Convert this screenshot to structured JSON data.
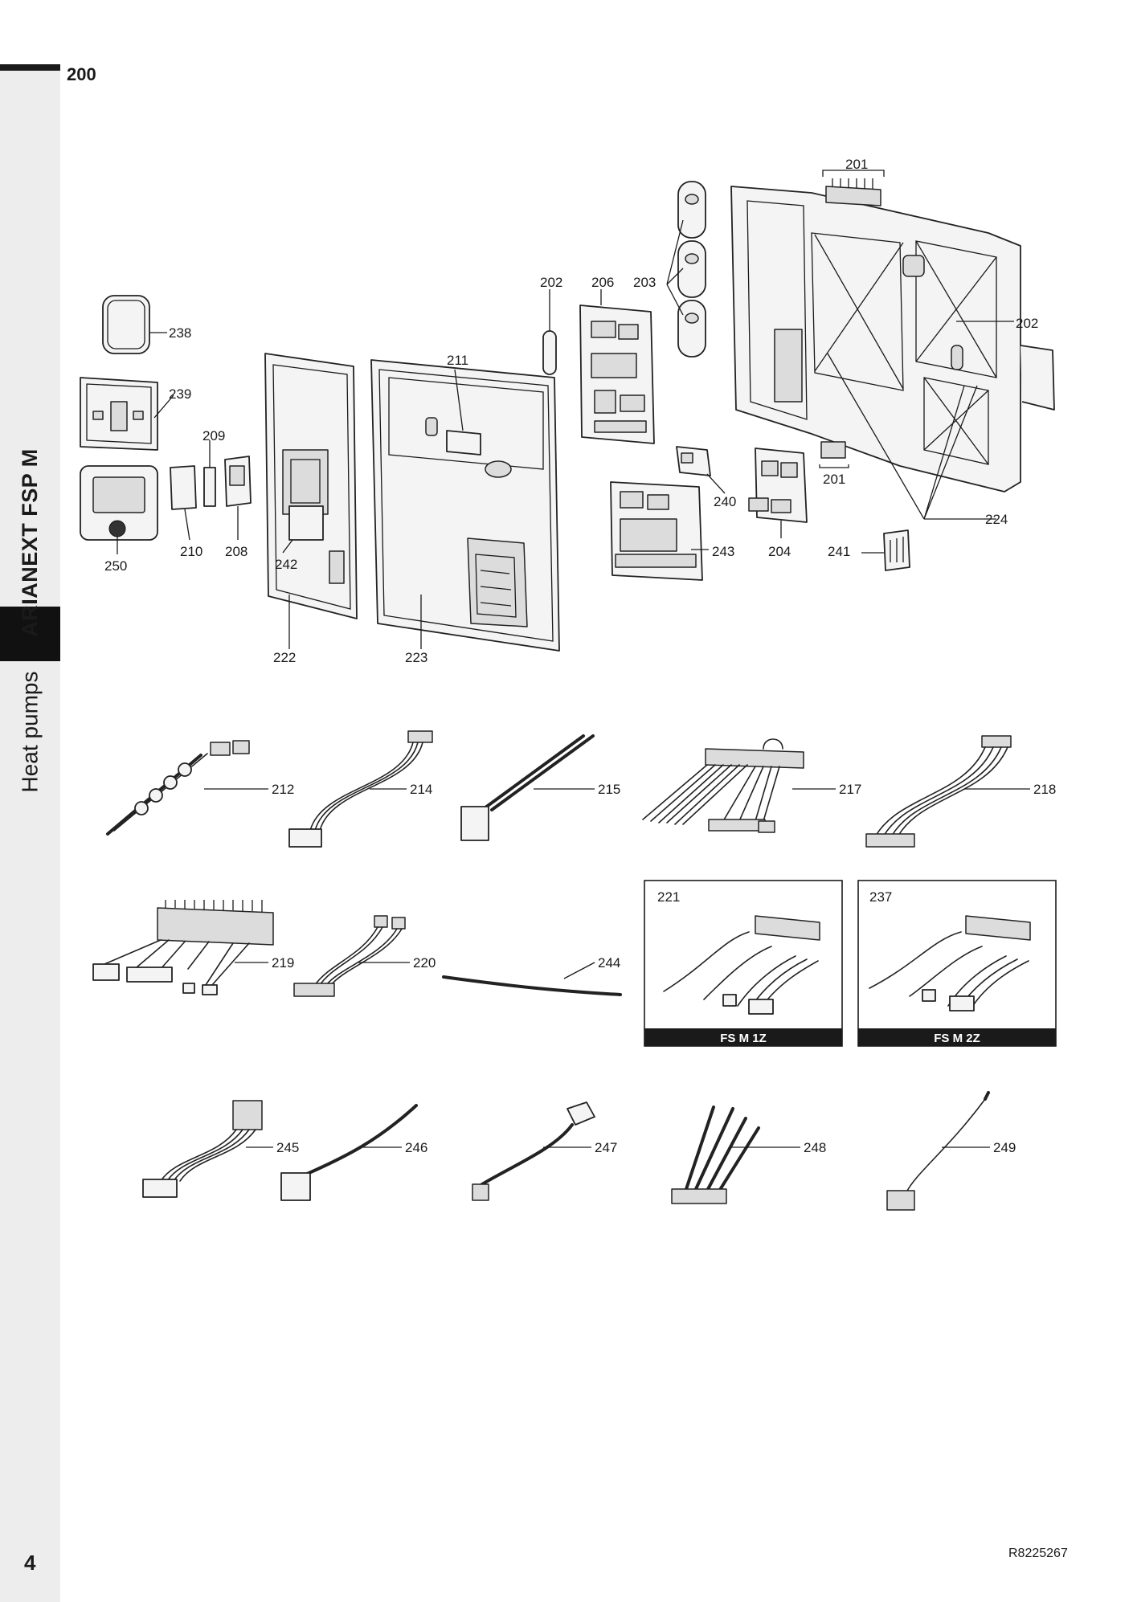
{
  "page": {
    "section_number": "200",
    "page_number": "4",
    "doc_code": "R8225267"
  },
  "sidebar": {
    "series": "ARIANEXT FSP M",
    "category": "Heat pumps"
  },
  "parts": {
    "p201a": "201",
    "p201b": "201",
    "p202a": "202",
    "p202b": "202",
    "p203": "203",
    "p204": "204",
    "p206": "206",
    "p208": "208",
    "p209": "209",
    "p210": "210",
    "p211": "211",
    "p212": "212",
    "p214": "214",
    "p215": "215",
    "p217": "217",
    "p218": "218",
    "p219": "219",
    "p220": "220",
    "p221": "221",
    "p222": "222",
    "p223": "223",
    "p224": "224",
    "p237": "237",
    "p238": "238",
    "p239": "239",
    "p240": "240",
    "p241": "241",
    "p242": "242",
    "p243": "243",
    "p244": "244",
    "p245": "245",
    "p246": "246",
    "p247": "247",
    "p248": "248",
    "p249": "249",
    "p250": "250"
  },
  "kits": {
    "kit_1z": "FS M 1Z",
    "kit_2z": "FS M 2Z"
  }
}
